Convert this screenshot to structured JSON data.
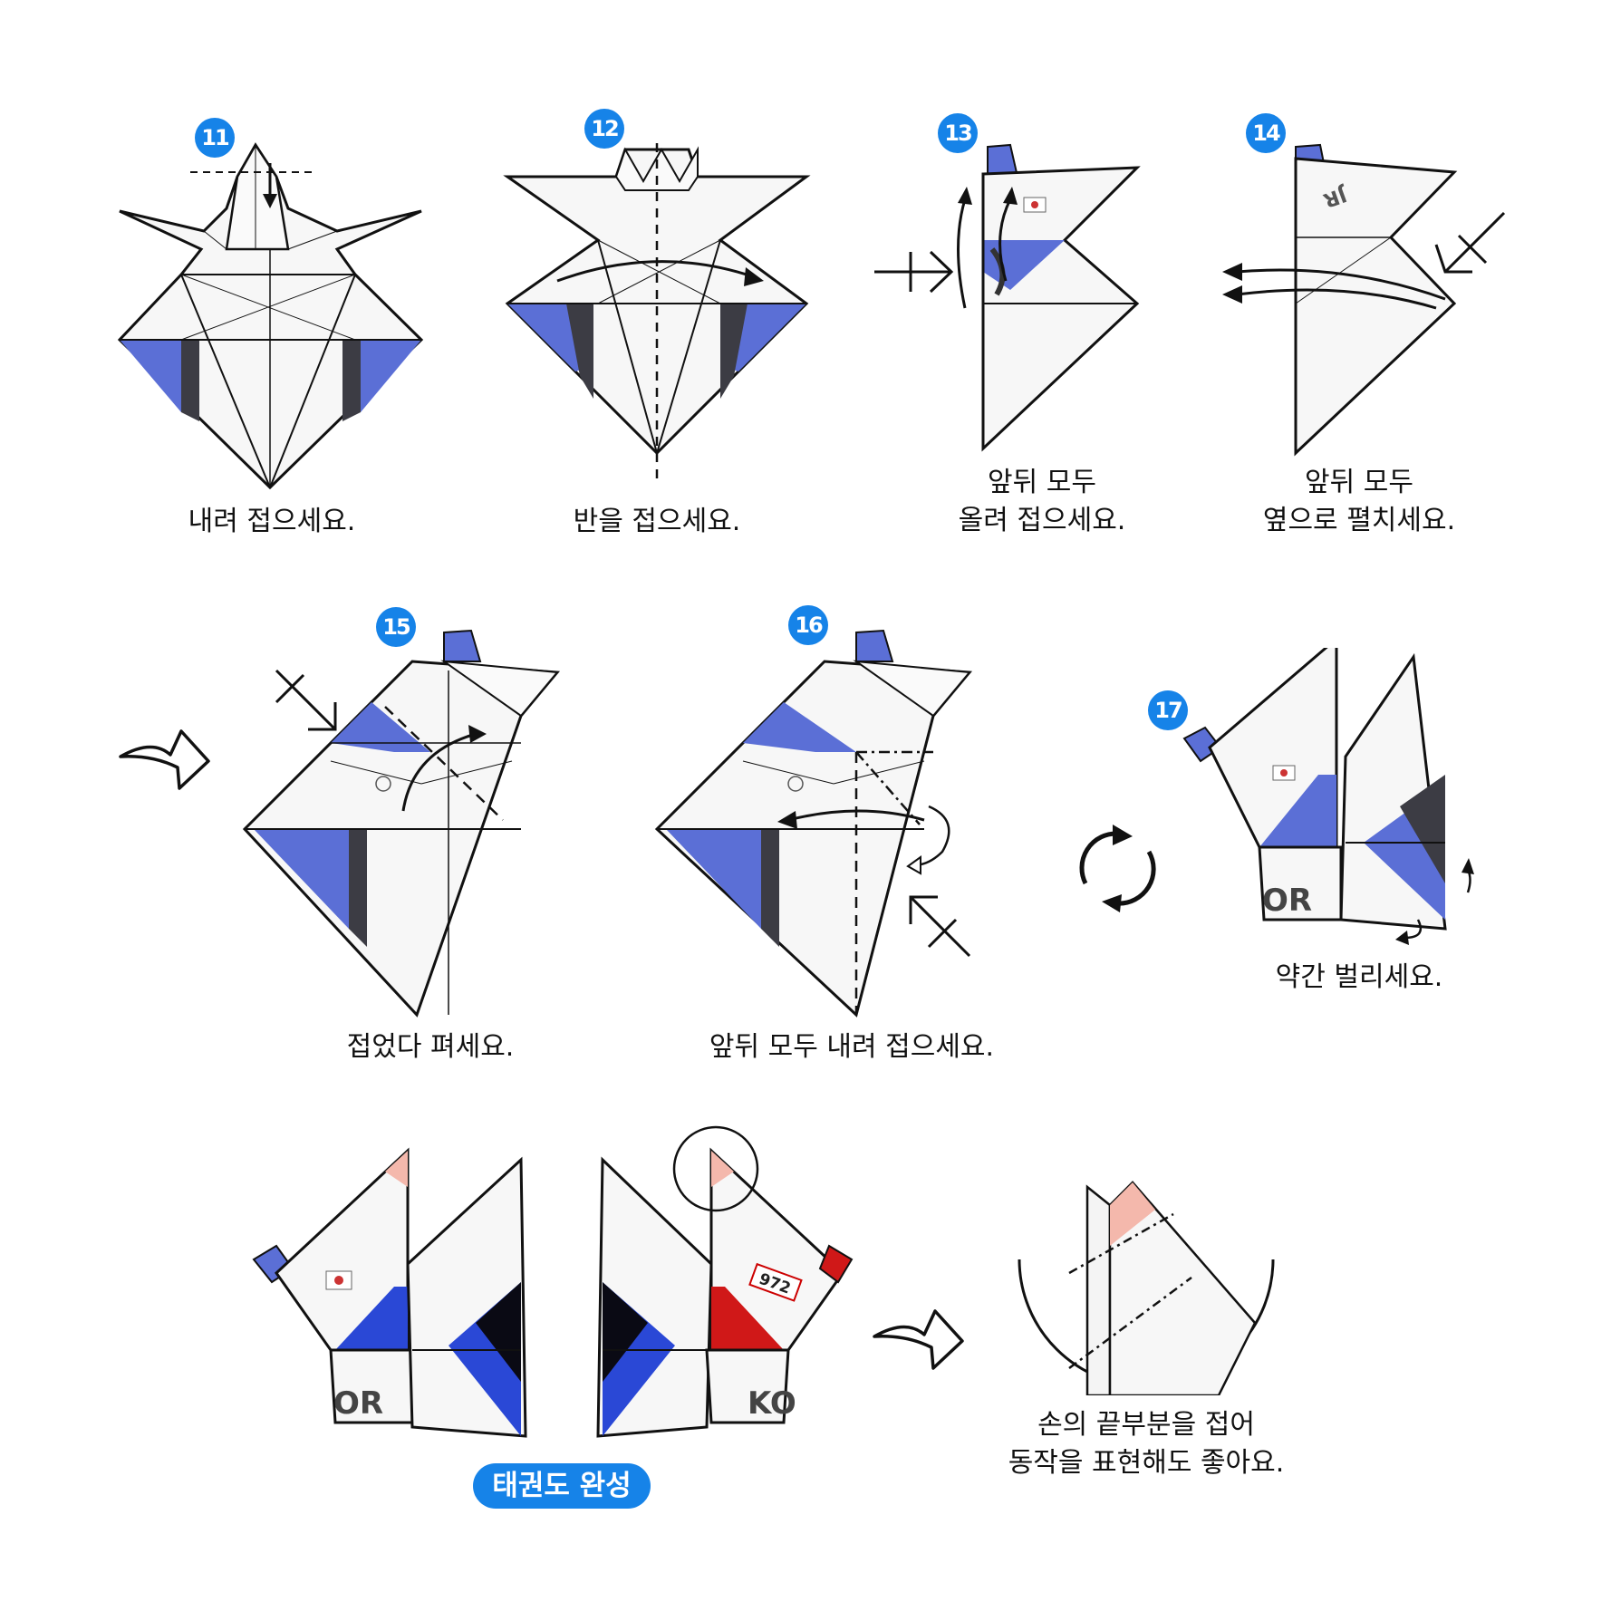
{
  "steps": [
    {
      "number": "11",
      "caption_lines": [
        "내려 접으세요."
      ]
    },
    {
      "number": "12",
      "caption_lines": [
        "반을 접으세요."
      ]
    },
    {
      "number": "13",
      "caption_lines": [
        "앞뒤 모두",
        "올려 접으세요."
      ]
    },
    {
      "number": "14",
      "caption_lines": [
        "앞뒤 모두",
        "옆으로 펼치세요."
      ]
    },
    {
      "number": "15",
      "caption_lines": [
        "접었다 펴세요."
      ]
    },
    {
      "number": "16",
      "caption_lines": [
        "앞뒤 모두 내려 접으세요."
      ]
    },
    {
      "number": "17",
      "caption_lines": [
        "약간 벌리세요."
      ]
    }
  ],
  "final": {
    "badge_label": "태권도 완성",
    "tip_lines": [
      "손의 끝부분을 접어",
      "동작을 표현해도 좋아요."
    ]
  },
  "paper_prints": {
    "left_letters": "OR",
    "right_letters": "KO",
    "number_tag": "972"
  },
  "colors": {
    "accent_blue": "#1683e8",
    "paper_blue": "#5b6fd6",
    "dark_gray": "#3c3c44",
    "red": "#d01818",
    "skin": "#f4b8ac"
  }
}
